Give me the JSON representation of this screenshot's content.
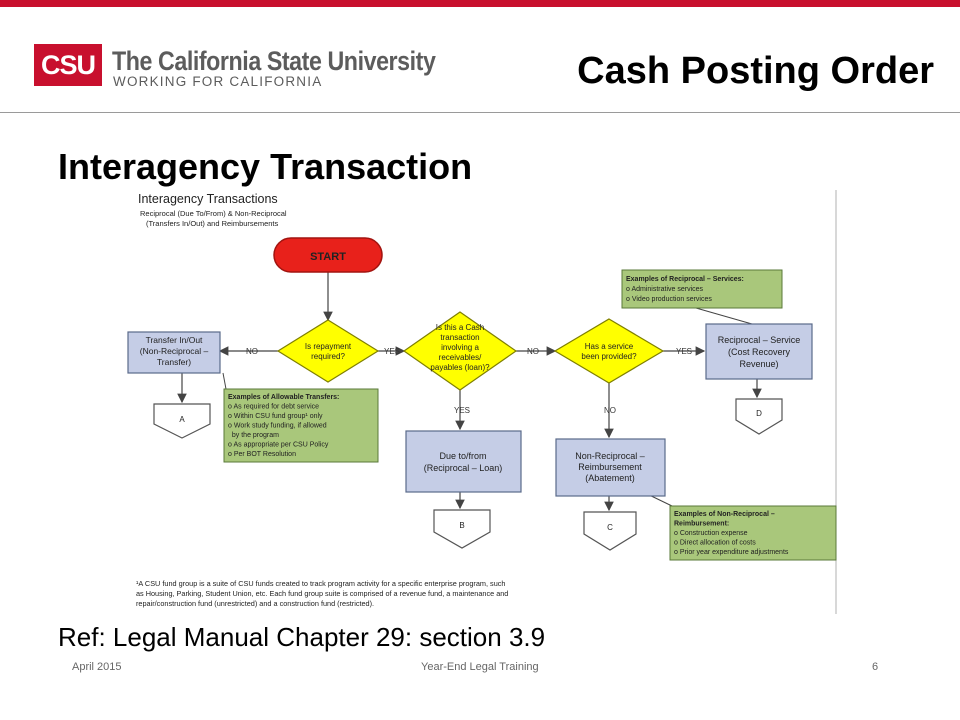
{
  "header": {
    "logo_mark": "CSU",
    "logo_name": "The California State University",
    "logo_tagline": "WORKING FOR CALIFORNIA",
    "slide_title": "Cash Posting Order"
  },
  "heading": "Interagency Transaction",
  "diagram": {
    "title": "Interagency Transactions",
    "subtitle_1": "Reciprocal (Due To/From) & Non-Reciprocal",
    "subtitle_2": "(Transfers In/Out) and Reimbursements",
    "start": "START",
    "decision_repayment": [
      "Is repayment",
      "required?"
    ],
    "decision_cash": [
      "Is this a Cash",
      "transaction",
      "involving a",
      "receivables/",
      "payables (loan)?"
    ],
    "decision_service": [
      "Has a service",
      "been provided?"
    ],
    "box_transfer": [
      "Transfer In/Out",
      "(Non-Reciprocal –",
      "Transfer)"
    ],
    "box_due": [
      "Due to/from",
      "(Reciprocal – Loan)"
    ],
    "box_nonrecip": [
      "Non-Reciprocal –",
      "Reimbursement",
      "(Abatement)"
    ],
    "box_recip_service": [
      "Reciprocal – Service",
      "(Cost Recovery",
      "Revenue)"
    ],
    "label_no": "NO",
    "label_yes": "YES",
    "terminal_a": "A",
    "terminal_b": "B",
    "terminal_c": "C",
    "terminal_d": "D",
    "note_services": [
      "Examples of Reciprocal – Services:",
      "o Administrative services",
      "o Video production services"
    ],
    "note_transfers": [
      "Examples of Allowable Transfers:",
      "o As required for debt service",
      "o Within CSU fund group¹ only",
      "o Work study funding, if allowed",
      "  by the program",
      "o As appropriate per CSU Policy",
      "o Per BOT Resolution"
    ],
    "note_reimbursement": [
      "Examples of Non-Reciprocal –",
      "Reimbursement:",
      "o Construction expense",
      "o Direct allocation of costs",
      "o Prior year expenditure adjustments"
    ],
    "footnote": [
      "¹A CSU fund group is a suite of CSU funds created to track program activity for a specific enterprise program, such",
      "as Housing, Parking, Student Union, etc.  Each fund group suite is comprised of a revenue fund, a maintenance and",
      "repair/construction fund (unrestricted) and a construction fund (restricted)."
    ],
    "colors": {
      "start": "#e8211b",
      "decision": "#ffff00",
      "process": "#c5cde6",
      "note": "#a9c77b",
      "terminal": "#ffffff"
    }
  },
  "reference": "Ref:  Legal Manual Chapter 29: section 3.9",
  "footer": {
    "date": "April 2015",
    "center": "Year-End Legal Training",
    "page": "6"
  }
}
